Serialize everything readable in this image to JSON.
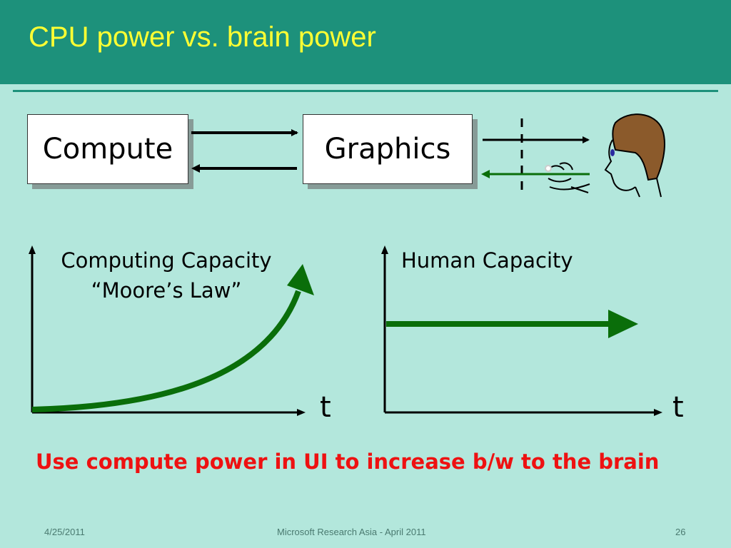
{
  "slide": {
    "title": "CPU power vs. brain power",
    "boxes": {
      "compute": "Compute",
      "graphics": "Graphics"
    },
    "chart_left": {
      "title_line1": "Computing Capacity",
      "title_line2": "“Moore’s Law”",
      "x_axis_label": "t"
    },
    "chart_right": {
      "title": "Human Capacity",
      "x_axis_label": "t"
    },
    "callout": "Use compute power in UI to increase b/w to the brain",
    "footer": {
      "date": "4/25/2011",
      "center": "Microsoft Research Asia - April 2011",
      "page": "26"
    },
    "colors": {
      "header": "#1d917b",
      "title": "#ffff33",
      "background": "#b3e7dc",
      "curve": "#0a6e0a",
      "callout": "#ee1111"
    }
  },
  "chart_data": [
    {
      "type": "line",
      "title": "Computing Capacity “Moore’s Law”",
      "xlabel": "t",
      "ylabel": "",
      "shape": "exponential increase"
    },
    {
      "type": "line",
      "title": "Human Capacity",
      "xlabel": "t",
      "ylabel": "",
      "shape": "constant"
    }
  ]
}
